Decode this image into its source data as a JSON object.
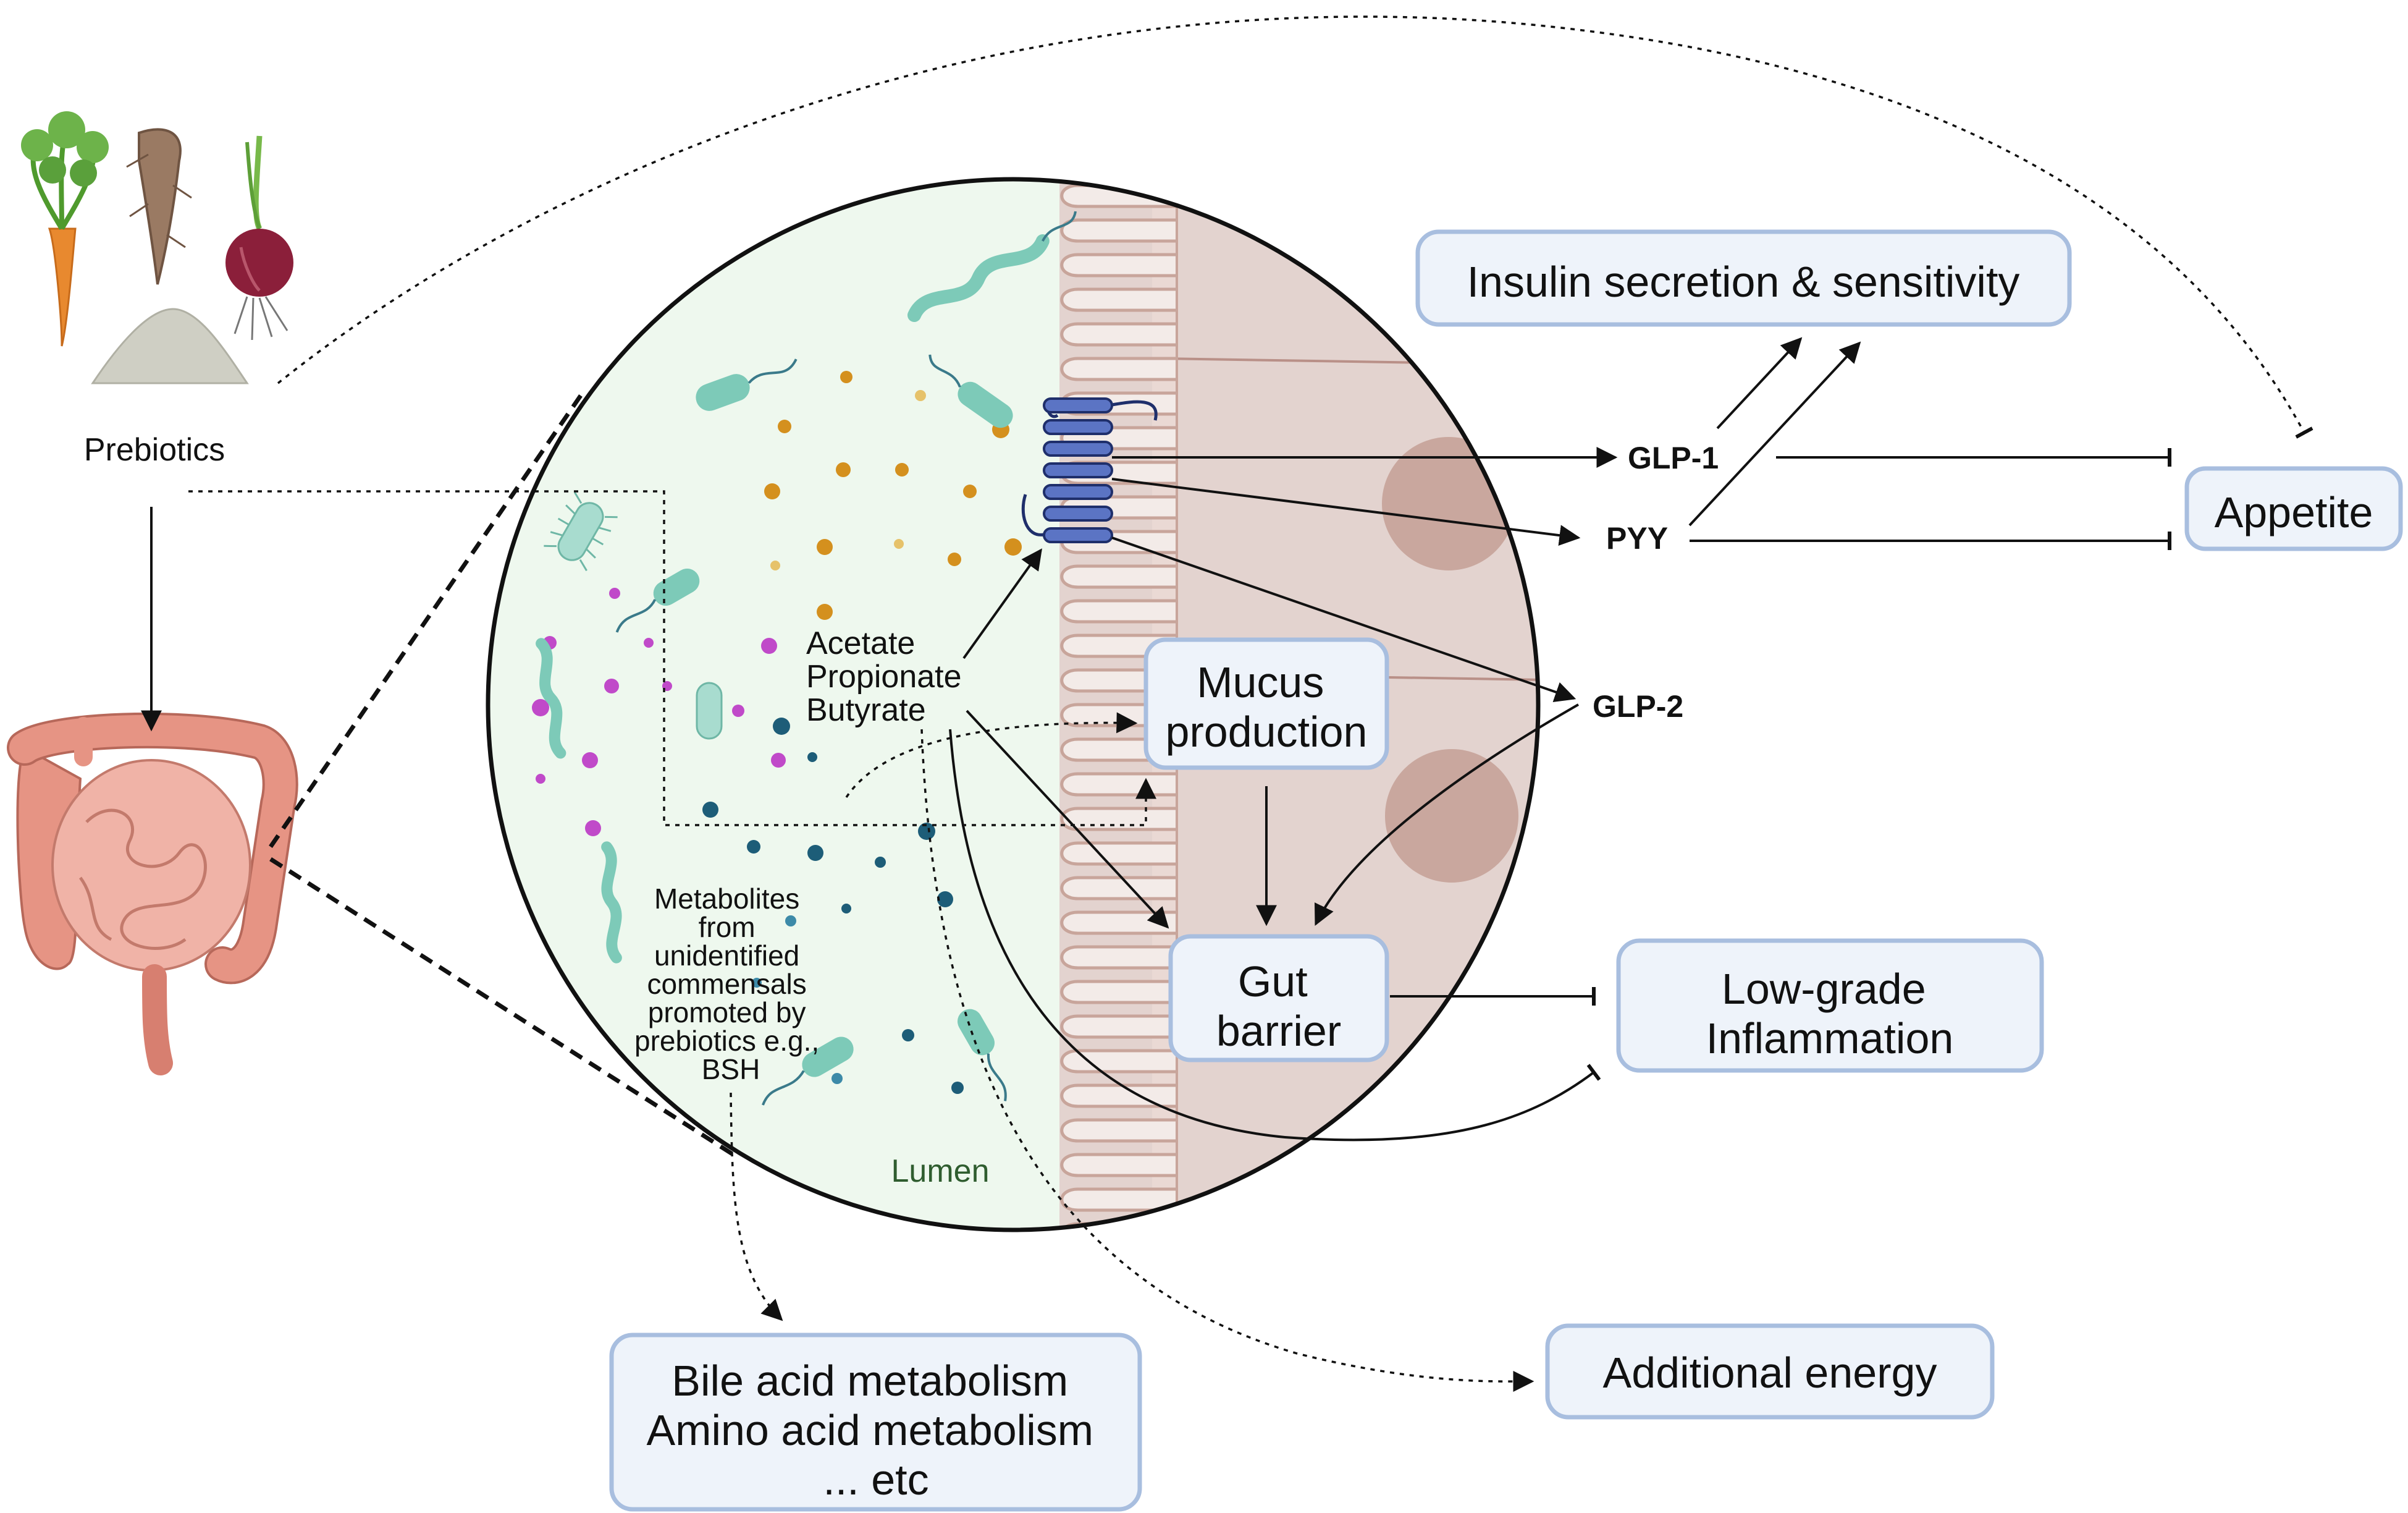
{
  "prebiotics": {
    "label": "Prebiotics"
  },
  "lumen": {
    "label": "Lumen",
    "scfa": [
      "Acetate",
      "Propionate",
      "Butyrate"
    ],
    "metabolites": [
      "Metabolites",
      "from",
      "unidentified",
      "commensals",
      "promoted by",
      "prebiotics e.g.,",
      "BSH"
    ]
  },
  "hormones": {
    "glp1": "GLP-1",
    "pyy": "PYY",
    "glp2": "GLP-2"
  },
  "boxes": {
    "insulin": "Insulin secretion & sensitivity",
    "appetite": "Appetite",
    "mucus": [
      "Mucus",
      "production"
    ],
    "gut_barrier": [
      "Gut",
      "barrier"
    ],
    "inflammation": [
      "Low-grade",
      "Inflammation"
    ],
    "additional_energy": "Additional energy",
    "bile_acid": [
      "Bile acid metabolism",
      "Amino acid metabolism",
      "... etc"
    ]
  },
  "colors": {
    "box_fill": "#eef3fa",
    "box_stroke": "#a8bedf",
    "lumen_bg": "#eef8ee",
    "tissue_bg": "#e3d3cf",
    "villi": "#c8a59b",
    "receptor": "#5b74c4",
    "acetate_dot": "#d4901e",
    "metabolite_dot_magenta": "#c04ac9",
    "metabolite_dot_teal": "#1d5d78",
    "bacteria": "#7dcab8",
    "intestine": "#eaa295",
    "lumen_label": "#2f5d2f"
  }
}
